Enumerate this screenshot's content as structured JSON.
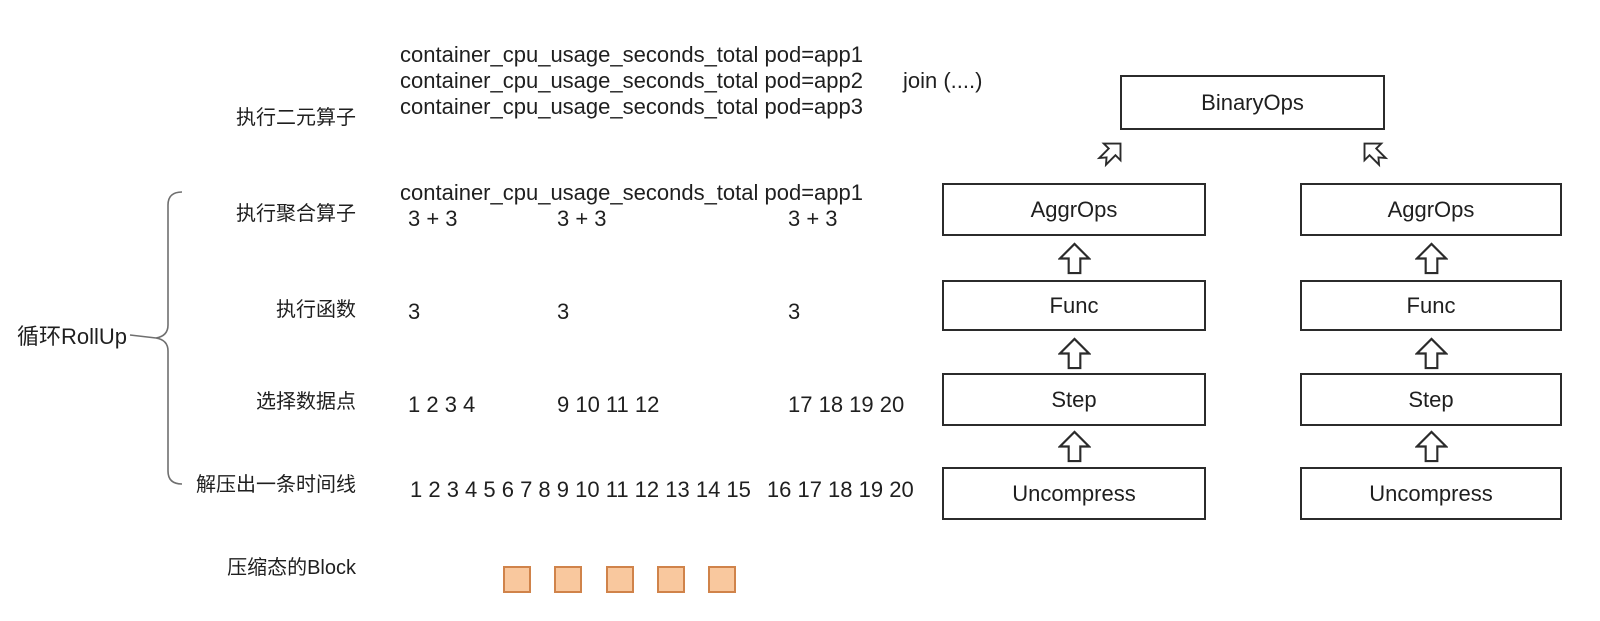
{
  "rows": {
    "binary": {
      "label": "执行二元算子",
      "lines": [
        "container_cpu_usage_seconds_total pod=app1",
        "container_cpu_usage_seconds_total pod=app2",
        "container_cpu_usage_seconds_total pod=app3"
      ],
      "annotation": "join  (....)"
    },
    "aggr": {
      "label": "执行聚合算子",
      "line": "container_cpu_usage_seconds_total pod=app1",
      "values": [
        "3 + 3",
        "3 + 3",
        "3 + 3"
      ]
    },
    "func": {
      "label": "执行函数",
      "values": [
        "3",
        "3",
        "3"
      ]
    },
    "step": {
      "label": "选择数据点",
      "values": [
        "1 2 3 4",
        "9 10 11 12",
        "17 18 19 20"
      ]
    },
    "uncompress": {
      "label": "解压出一条时间线",
      "timeline_a": "1 2 3 4 5 6 7 8 9 10 11 12 13 14 15",
      "timeline_b": "16 17 18 19 20"
    },
    "block": {
      "label": "压缩态的Block",
      "block_count": 5
    }
  },
  "bracket": {
    "label": "循环RollUp"
  },
  "pipeline": {
    "top_box": "BinaryOps",
    "columns": [
      [
        "AggrOps",
        "Func",
        "Step",
        "Uncompress"
      ],
      [
        "AggrOps",
        "Func",
        "Step",
        "Uncompress"
      ]
    ]
  },
  "colors": {
    "block_fill": "#F9C89E",
    "block_border": "#D0834A",
    "box_border": "#2b2b2b",
    "text": "#1f1f1f"
  }
}
